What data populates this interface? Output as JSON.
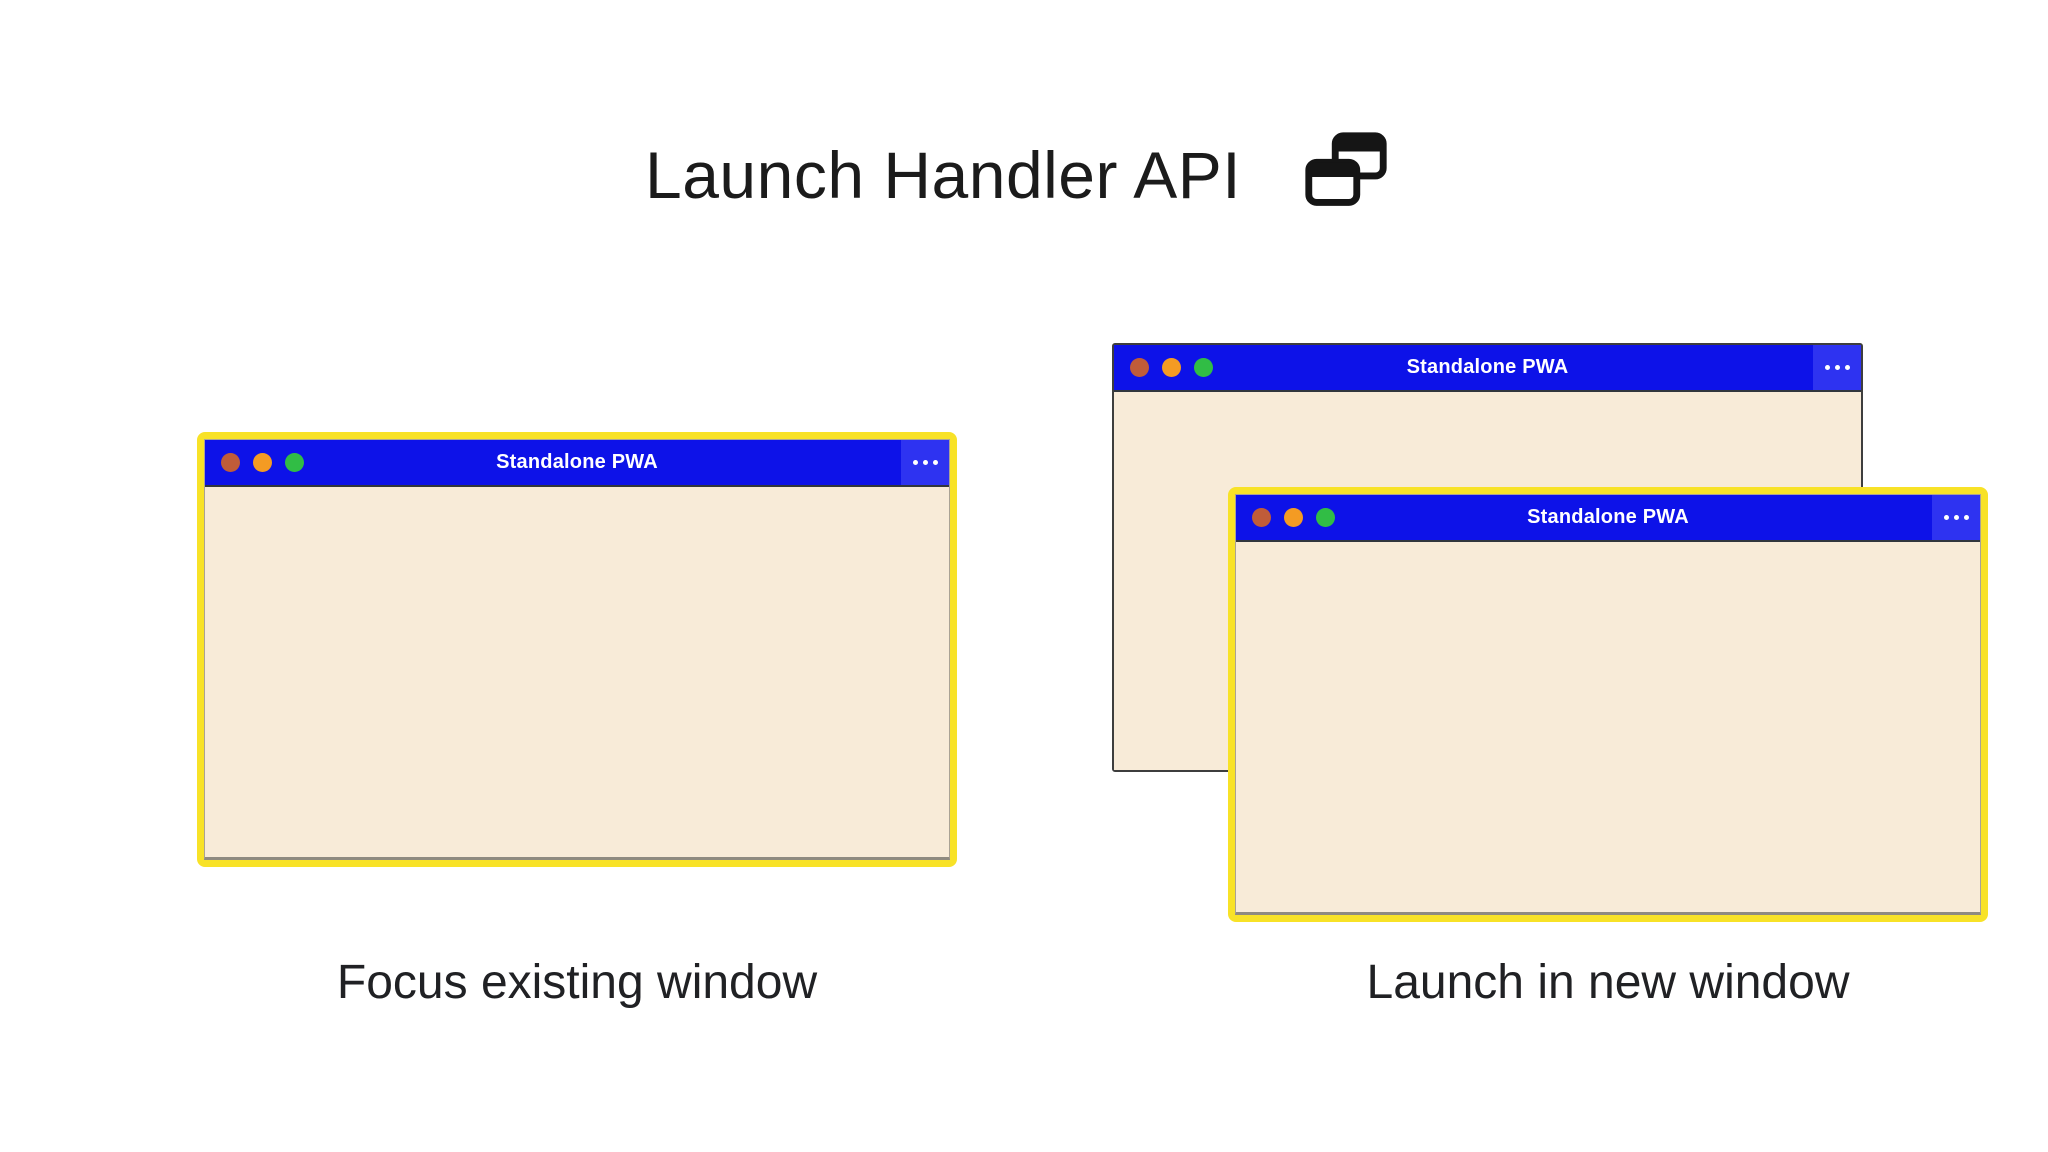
{
  "title": {
    "text": "Launch Handler API",
    "icon": "overlapping-windows"
  },
  "colors": {
    "titlebar_blue": "#0d12e8",
    "menu_blue": "#2e33f1",
    "body_cream": "#f8ebd8",
    "highlight_yellow": "#f8e227",
    "traffic_red": "#c05c39",
    "traffic_orange": "#f49b23",
    "traffic_green": "#31bd45",
    "back_border": "#3e3e3e",
    "text_dark": "#202124"
  },
  "icons": {
    "header": "overlapping-windows-icon",
    "window_menu": "ellipsis-icon",
    "traffic_lights": [
      "close",
      "minimize",
      "maximize"
    ]
  },
  "left_panel": {
    "caption": "Focus existing window",
    "window": {
      "title": "Standalone PWA"
    }
  },
  "right_panel": {
    "caption": "Launch in new window",
    "back_window": {
      "title": "Standalone PWA"
    },
    "front_window": {
      "title": "Standalone PWA"
    }
  }
}
